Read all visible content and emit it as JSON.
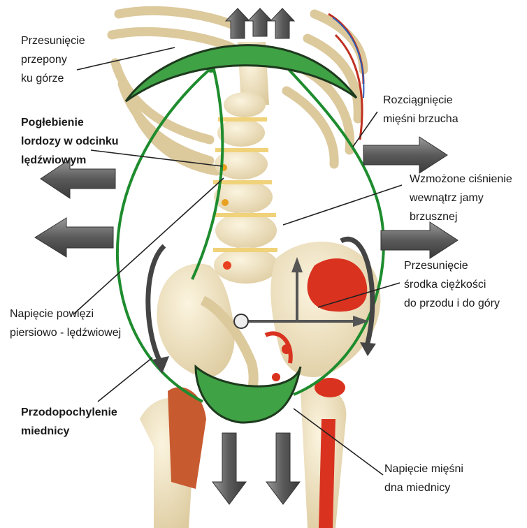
{
  "labels": {
    "diaphragm": "Przesunięcie\nprzepony\nku górze",
    "lordosis": "Pogłebienie\nlordozy w odcinku\nlędźwiowym",
    "abdominals": "Rozciągnięcie\nmięśni brzucha",
    "pressure": "Wzmożone ciśnienie\nwewnątrz jamy\nbrzusznej",
    "gravity": "Przesunięcie\nśrodka ciężkości\ndo przodu i do góry",
    "fascia": "Napięcie powięzi\npiersiowo - lędźwiowej",
    "pelvis_tilt": "Przodopochylenie\nmiednicy",
    "pelvic_floor": "Napięcie mięśni\ndna miednicy"
  },
  "colors": {
    "bone": "#efe3c3",
    "bone_shadow": "#d6c49a",
    "muscle_red": "#d9321f",
    "green_stroke": "#1e8c2e",
    "green_fill": "#3fa245",
    "arrow_gray": "#6b6b6b",
    "leader": "#222222"
  }
}
